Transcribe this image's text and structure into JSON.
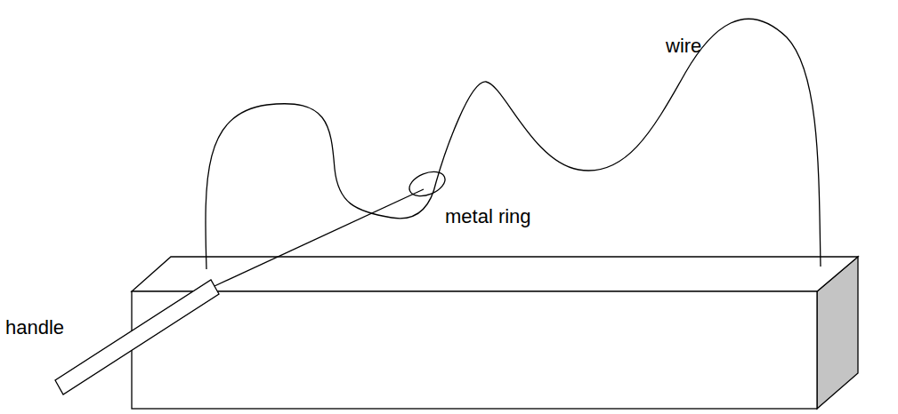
{
  "diagram": {
    "labels": [
      "wire",
      "metal ring",
      "handle"
    ]
  }
}
